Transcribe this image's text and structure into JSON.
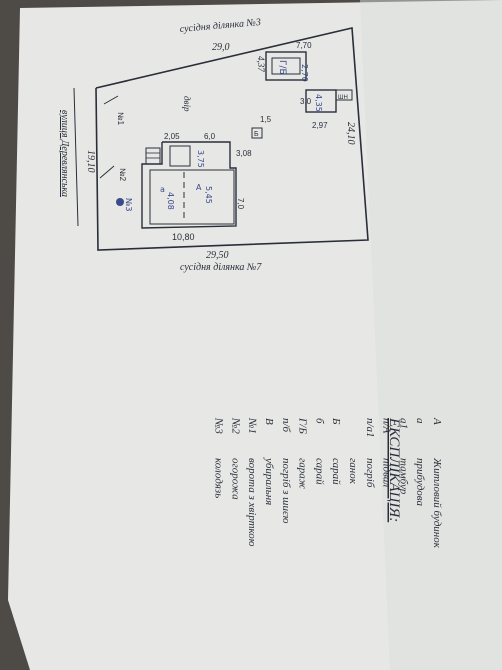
{
  "plan": {
    "neighbor_top": "сусідня ділянка №3",
    "neighbor_bottom": "сусідня ділянка №7",
    "street": "вулиця Деревлянська",
    "yard": "двір",
    "dimensions": {
      "top": "29,0",
      "right": "24,10",
      "bottom": "29,50",
      "left": "19,10",
      "left_top": "4,37",
      "garage_top": "7,70",
      "garage_side": "3,0",
      "garage_depth": "2,97",
      "house_front": "6,0",
      "house_side": "7,0",
      "house_width": "10,80",
      "house_step": "2,05",
      "house_mid": "3,08",
      "marker": "1,5"
    },
    "buildings": {
      "garage": "Г/Б",
      "garage_size": "2,70",
      "barn": "4,35",
      "shed": "ШН",
      "house": "А",
      "house_top": "3,75",
      "house_area": "5,45",
      "porch": "а",
      "porch_size": "4,08"
    },
    "markers": {
      "gate": "№1",
      "fence": "№2",
      "well": "№3",
      "box": "Б"
    }
  },
  "legend": {
    "title": "ЕКСПЛІКАЦІЯ:",
    "rows": [
      {
        "code": "А",
        "text": "Житловий будинок"
      },
      {
        "code": "а",
        "text": "прибудова"
      },
      {
        "code": "а1",
        "text": "тамбур"
      },
      {
        "code": "п/А",
        "text": "підвал"
      },
      {
        "code": "п/а1",
        "text": "погріб"
      },
      {
        "code": "",
        "text": "ганок"
      },
      {
        "code": "Б",
        "text": "сарай"
      },
      {
        "code": "б",
        "text": "сарай"
      },
      {
        "code": "Г/Б",
        "text": "гараж"
      },
      {
        "code": "п/б",
        "text": "погріб з шиєю"
      },
      {
        "code": "В",
        "text": "убиральня"
      },
      {
        "code": "№1",
        "text": "ворота з хвірткою"
      },
      {
        "code": "№2",
        "text": "огорожа"
      },
      {
        "code": "№3",
        "text": "колодязь"
      }
    ]
  }
}
